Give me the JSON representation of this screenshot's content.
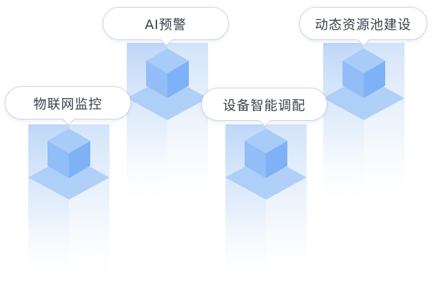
{
  "labels": {
    "iot_monitoring": "物联网监控",
    "ai_warning": "AI预警",
    "device_scheduling": "设备智能调配",
    "dynamic_resource_pool": "动态资源池建设"
  },
  "colors": {
    "pillar_face": "#bcd6f7",
    "cube_top": "#a3c8f8",
    "cube_front": "#82b3f6",
    "bubble_border": "#c9d3e4",
    "label_text": "#3a3f4a"
  }
}
